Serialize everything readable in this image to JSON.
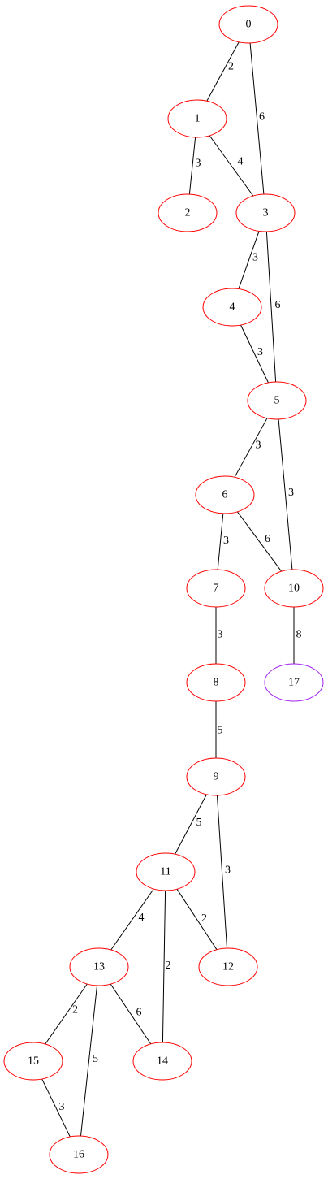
{
  "graph": {
    "colors": {
      "edge": "#000000",
      "node_default": "#ff0000",
      "node_highlight": "#a020f0"
    },
    "nodes": [
      {
        "id": "0",
        "label": "0",
        "color": "#ff0000"
      },
      {
        "id": "1",
        "label": "1",
        "color": "#ff0000"
      },
      {
        "id": "2",
        "label": "2",
        "color": "#ff0000"
      },
      {
        "id": "3",
        "label": "3",
        "color": "#ff0000"
      },
      {
        "id": "4",
        "label": "4",
        "color": "#ff0000"
      },
      {
        "id": "5",
        "label": "5",
        "color": "#ff0000"
      },
      {
        "id": "6",
        "label": "6",
        "color": "#ff0000"
      },
      {
        "id": "7",
        "label": "7",
        "color": "#ff0000"
      },
      {
        "id": "8",
        "label": "8",
        "color": "#ff0000"
      },
      {
        "id": "9",
        "label": "9",
        "color": "#ff0000"
      },
      {
        "id": "10",
        "label": "10",
        "color": "#ff0000"
      },
      {
        "id": "11",
        "label": "11",
        "color": "#ff0000"
      },
      {
        "id": "12",
        "label": "12",
        "color": "#ff0000"
      },
      {
        "id": "13",
        "label": "13",
        "color": "#ff0000"
      },
      {
        "id": "14",
        "label": "14",
        "color": "#ff0000"
      },
      {
        "id": "15",
        "label": "15",
        "color": "#ff0000"
      },
      {
        "id": "16",
        "label": "16",
        "color": "#ff0000"
      },
      {
        "id": "17",
        "label": "17",
        "color": "#a020f0"
      }
    ],
    "edges": [
      {
        "from": "0",
        "to": "1",
        "weight": "2"
      },
      {
        "from": "0",
        "to": "3",
        "weight": "6"
      },
      {
        "from": "1",
        "to": "2",
        "weight": "3"
      },
      {
        "from": "1",
        "to": "3",
        "weight": "4"
      },
      {
        "from": "3",
        "to": "4",
        "weight": "3"
      },
      {
        "from": "3",
        "to": "5",
        "weight": "6"
      },
      {
        "from": "4",
        "to": "5",
        "weight": "3"
      },
      {
        "from": "5",
        "to": "6",
        "weight": "3"
      },
      {
        "from": "5",
        "to": "10",
        "weight": "3"
      },
      {
        "from": "6",
        "to": "7",
        "weight": "3"
      },
      {
        "from": "6",
        "to": "10",
        "weight": "6"
      },
      {
        "from": "7",
        "to": "8",
        "weight": "3"
      },
      {
        "from": "10",
        "to": "17",
        "weight": "8"
      },
      {
        "from": "8",
        "to": "9",
        "weight": "5"
      },
      {
        "from": "9",
        "to": "11",
        "weight": "5"
      },
      {
        "from": "9",
        "to": "12",
        "weight": "3"
      },
      {
        "from": "11",
        "to": "13",
        "weight": "4"
      },
      {
        "from": "11",
        "to": "14",
        "weight": "2"
      },
      {
        "from": "11",
        "to": "12",
        "weight": "2"
      },
      {
        "from": "13",
        "to": "15",
        "weight": "2"
      },
      {
        "from": "13",
        "to": "16",
        "weight": "5"
      },
      {
        "from": "13",
        "to": "14",
        "weight": "6"
      },
      {
        "from": "15",
        "to": "16",
        "weight": "3"
      }
    ]
  }
}
